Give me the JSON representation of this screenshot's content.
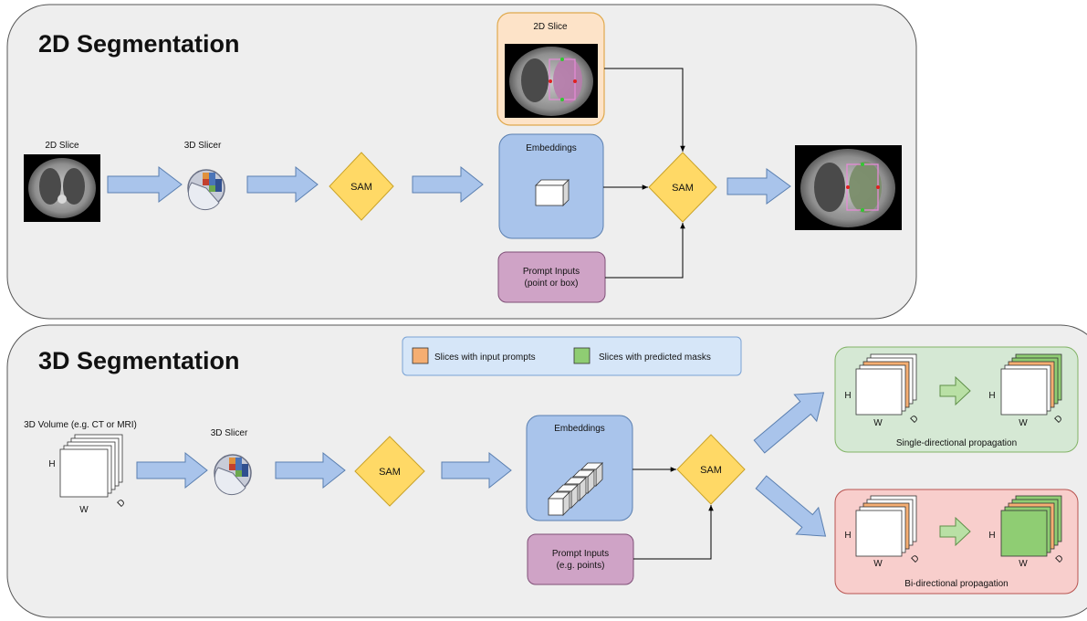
{
  "colors": {
    "panel_fill": "#eeeeee",
    "panel_stroke": "#555555",
    "arrow_fill": "#a9c4eb",
    "arrow_stroke": "#5a7fb0",
    "sam_fill": "#ffd966",
    "sam_stroke": "#c9a227",
    "embed_fill": "#a9c4eb",
    "embed_stroke": "#5a7fb0",
    "prompt_fill": "#cfa3c6",
    "prompt_stroke": "#7f4f77",
    "orange": "#f5ae72",
    "green": "#8fcd73",
    "legend_fill": "#d6e6f8",
    "single_fill": "#d5e8d4",
    "bi_fill": "#f8cecc"
  },
  "panel_2d": {
    "title": "2D Segmentation",
    "input_label": "2D Slice",
    "slicer_label": "3D Slicer",
    "sam_label": "SAM",
    "slice_card_title": "2D Slice",
    "embeddings_label": "Embeddings",
    "sam2_label": "SAM",
    "prompt_line1": "Prompt Inputs",
    "prompt_line2": "(point or box)"
  },
  "panel_3d": {
    "title": "3D Segmentation",
    "volume_label": "3D Volume (e.g. CT or MRI)",
    "slicer_label": "3D Slicer",
    "sam_label": "SAM",
    "embeddings_label": "Embeddings",
    "sam2_label": "SAM",
    "prompt_line1": "Prompt Inputs",
    "prompt_line2": "(e.g. points)",
    "legend_input": "Slices with input prompts",
    "legend_predicted": "Slices with predicted masks",
    "single_label": "Single-directional propagation",
    "bi_label": "Bi-directional propagation",
    "axis_h": "H",
    "axis_w": "W",
    "axis_d": "D"
  }
}
